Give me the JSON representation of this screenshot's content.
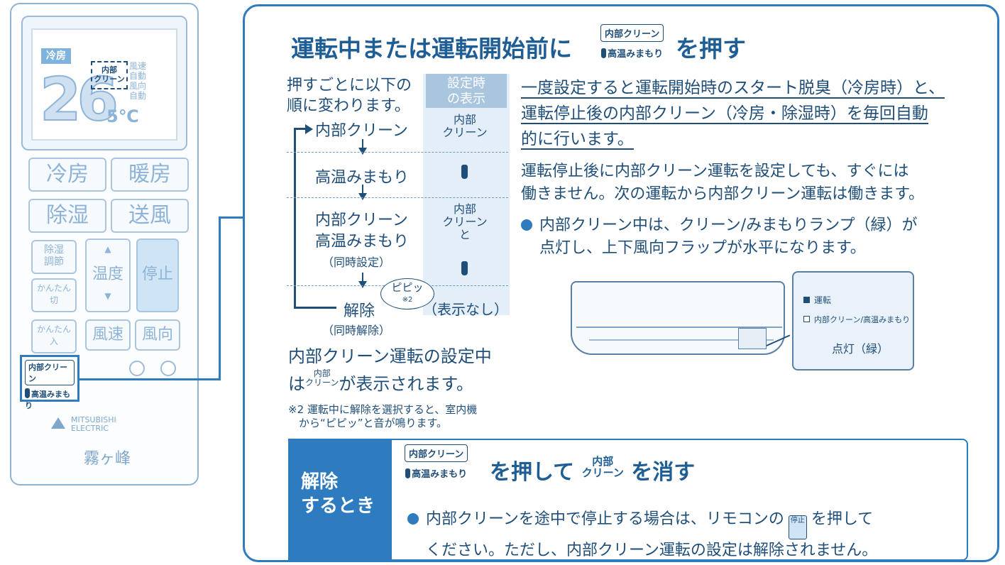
{
  "remote": {
    "mode": "冷房",
    "temp": "26",
    "temp_decimal": "5",
    "unit": "℃",
    "lcd_clean": "内部\nクリーン",
    "lcd_side": "風速\n自動\n風向\n自動",
    "buttons": {
      "cool": "冷房",
      "heat": "暖房",
      "dry": "除湿",
      "fan": "送風",
      "dry_adjust": "除湿\n調節",
      "temp": "温度",
      "stop": "停止",
      "easy_off": "かんたん\n切",
      "easy_on": "かんたん\n入",
      "fan_speed": "風速",
      "wind_dir": "風向"
    },
    "clean_key": "内部クリーン",
    "clean_key_sub": "高温みまもり",
    "logo": "MITSUBISHI\nELECTRIC",
    "brand": "霧ヶ峰"
  },
  "heading": {
    "left": "運転中または運転開始前に",
    "right": "を押す",
    "key": "内部クリーン",
    "key_sub": "高温みまもり"
  },
  "intro": "押すごとに以下の\n順に変わります。",
  "col_head": "設定時\nの表示",
  "flow": {
    "step1": "内部クリーン",
    "step2": "高温みまもり",
    "step3a": "内部クリーン",
    "step3b": "高温みまもり",
    "step3c": "（同時設定）",
    "step4": "解除",
    "step4_sub": "（同時解除）"
  },
  "display": {
    "d1": "内部\nクリーン",
    "d3": "内部\nクリーン\nと",
    "d4": "（表示なし）"
  },
  "bubble": {
    "text": "ピピッ",
    "note": "※2"
  },
  "setting_note_1": "内部クリーン運転の設定中",
  "setting_note_2a": "は",
  "setting_note_key": "内部\nクリーン",
  "setting_note_2b": "が表示されます。",
  "footnote": "※2 運転中に解除を選択すると、室内機\n　から“ピピッ”と音が鳴ります。",
  "desc_underlined_1": "一度設定すると運転開始時のスタート脱臭（冷房時）と、",
  "desc_underlined_2": "運転停止後の内部クリーン（冷房・除湿時）を毎回自動",
  "desc_underlined_3": "的に行います。",
  "desc2": "運転停止後に内部クリーン運転を設定しても、すぐには\n働きません。次の運転から内部クリーン運転は働きます。",
  "bullet": "内部クリーン中は、クリーン/みまもりランプ（緑）が\n点灯し、上下風向フラップが水平になります。",
  "lamps": {
    "run": "運転",
    "clean": "内部クリーン/高温みまもり",
    "lit": "点灯（緑）"
  },
  "cancel": {
    "label": "解除\nするとき",
    "key": "内部クリーン",
    "key_sub": "高温みまもり",
    "title_a": "を押して",
    "title_key": "内部\nクリーン",
    "title_b": "を消す",
    "text_1a": "内部クリーンを途中で停止する場合は、リモコンの",
    "stop_key": "停止",
    "text_1b": "を押して",
    "text_2": "ください。ただし、内部クリーン運転の設定は解除されません。"
  },
  "colors": {
    "primary": "#2e7bbf",
    "text": "#1f4e79",
    "light": "#e3eef8"
  }
}
